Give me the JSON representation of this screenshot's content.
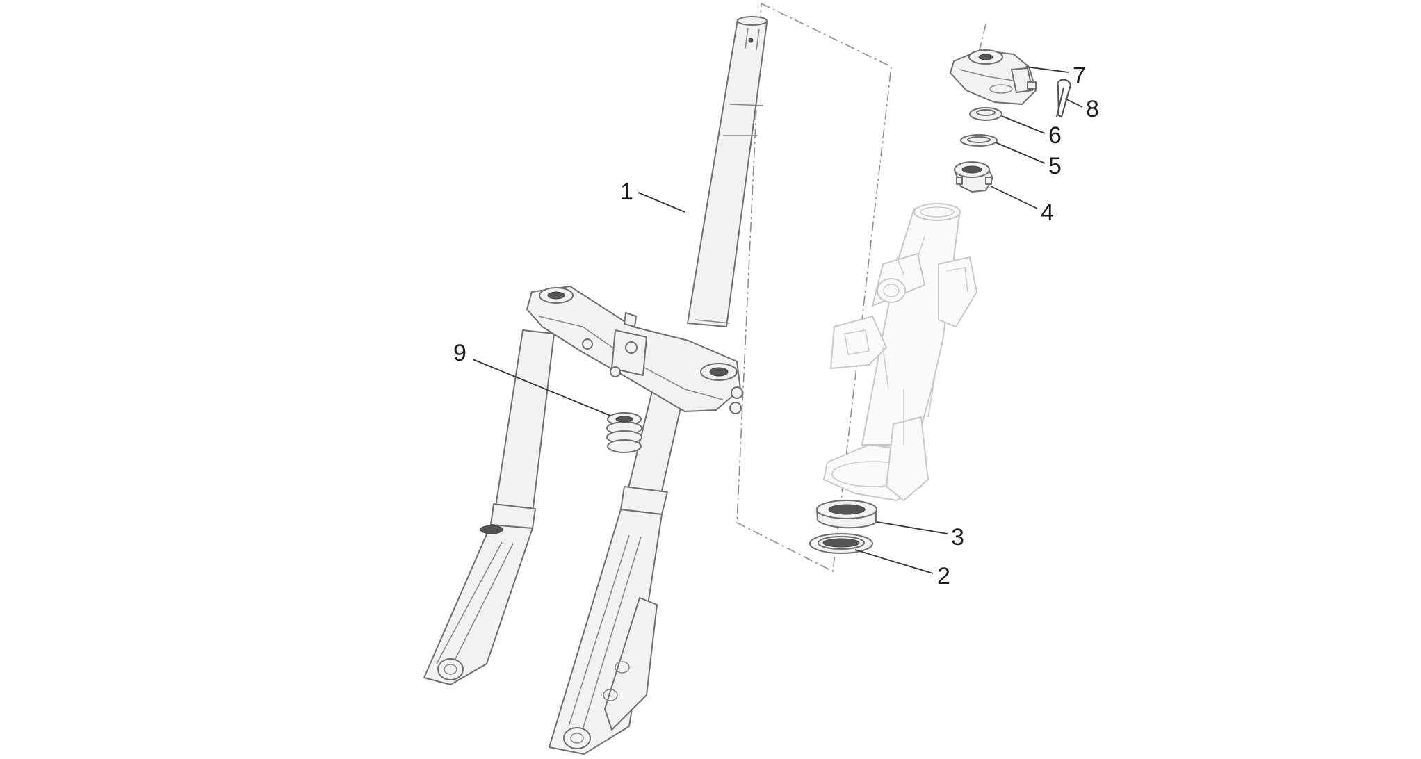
{
  "figure": {
    "callouts": [
      "1",
      "2",
      "3",
      "4",
      "5",
      "6",
      "7",
      "8",
      "9"
    ]
  }
}
